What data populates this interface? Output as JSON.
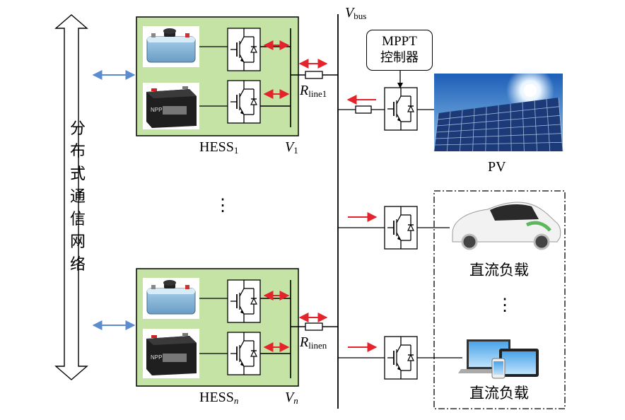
{
  "labels": {
    "vbus_main": "V",
    "vbus_sub": "bus",
    "mppt_line1": "MPPT",
    "mppt_line2": "控制器",
    "rline1_main": "R",
    "rline1_sub": "line1",
    "rlinen_main": "R",
    "rlinen_sub": "linen",
    "hess1_main": "HESS",
    "hess1_sub": "1",
    "hessn_main": "HESS",
    "hessn_sub": "n",
    "v1_main": "V",
    "v1_sub": "1",
    "vn_main": "V",
    "vn_sub": "n",
    "pv": "PV",
    "dc_load_1": "直流负载",
    "dc_load_2": "直流负载",
    "comm_network": "分布式通信网络",
    "ellipsis": "⋮"
  },
  "colors": {
    "hess_fill": "#c4e3a4",
    "red_arrow": "#e5232a",
    "blue_arrow": "#5b8ccf",
    "line": "#000000"
  }
}
